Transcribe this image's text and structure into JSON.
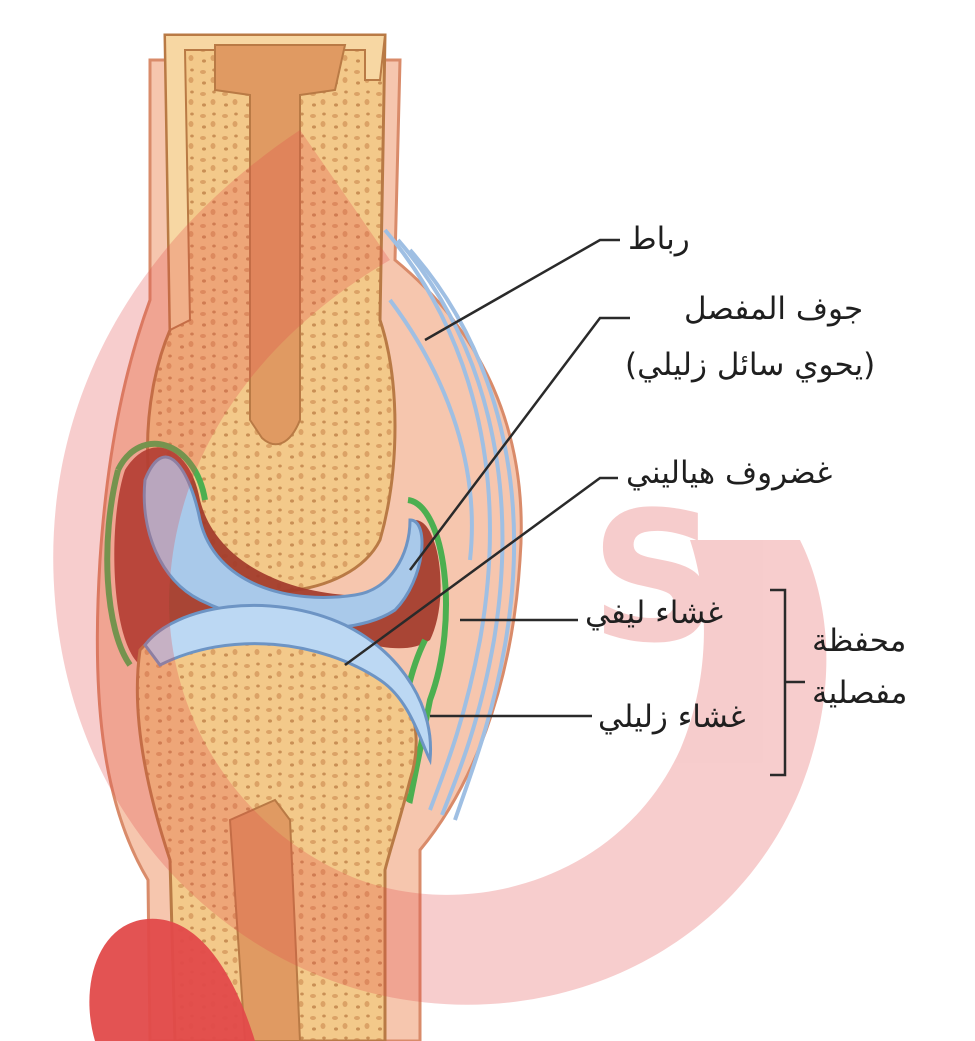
{
  "diagram": {
    "labels": {
      "ligament": "رباط",
      "joint_cavity_title": "جوف المفصل",
      "joint_cavity_note": "(يحوي سائل زليلي)",
      "hyaline_cartilage": "غضروف هياليني",
      "fibrous_membrane": "غشاء ليفي",
      "synovial_membrane": "غشاء زليلي",
      "joint_capsule_line1": "محفظة",
      "joint_capsule_line2": "مفصلية"
    },
    "watermark": {
      "letter": "S",
      "color": "#e24a4a"
    },
    "colors": {
      "bone": "#f3c98a",
      "bone_shadow": "#e0a866",
      "marrow": "#d9875a",
      "cartilage": "#a9c9ea",
      "cavity": "#a23a2a",
      "synovial": "#4caf50",
      "ligament": "#c9ddf2",
      "soft_tissue": "#f3b8a0"
    }
  }
}
